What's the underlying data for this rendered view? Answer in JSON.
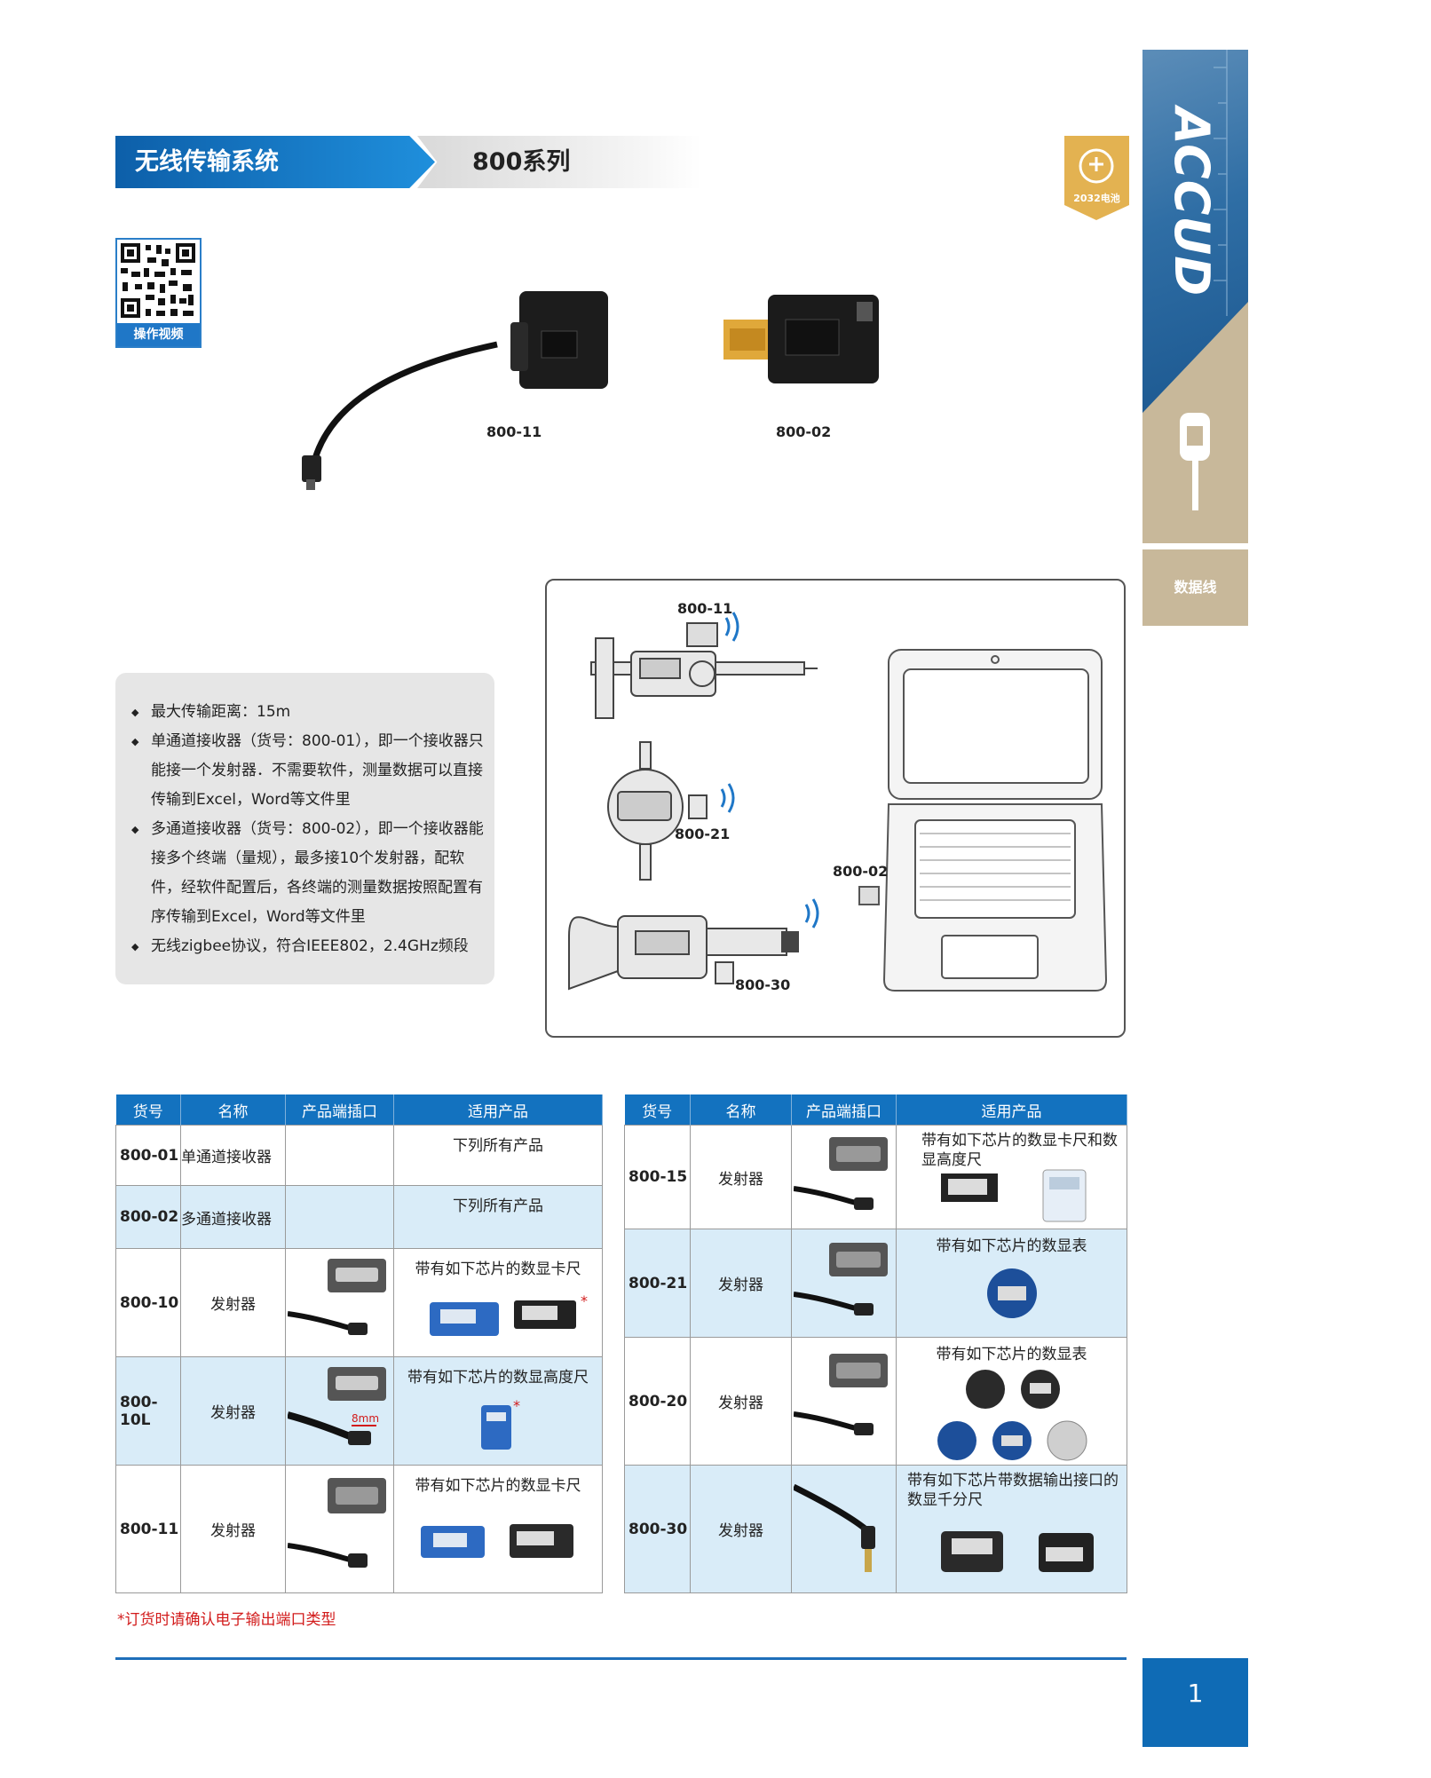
{
  "header": {
    "category": "无线传输系统",
    "series": "800系列"
  },
  "brand": {
    "logo_text": "ACCUD",
    "side_label": "数据线",
    "page_number": "1",
    "badge_text": "2032电池"
  },
  "qr": {
    "label": "操作视频"
  },
  "products": [
    {
      "code": "800-11"
    },
    {
      "code": "800-02"
    }
  ],
  "features": [
    "最大传输距离：15m",
    "单通道接收器（货号：800-01），即一个接收器只能接一个发射器．不需要软件，测量数据可以直接传输到Excel，Word等文件里",
    "多通道接收器（货号：800-02），即一个接收器能接多个终端（量规），最多接10个发射器，配软件，经软件配置后，各终端的测量数据按照配置有序传输到Excel，Word等文件里",
    "无线zigbee协议，符合IEEE802，2.4GHz频段"
  ],
  "diagram": {
    "labels": [
      "800-11",
      "800-21",
      "800-02",
      "800-30"
    ]
  },
  "table_headers": [
    "货号",
    "名称",
    "产品端插口",
    "适用产品"
  ],
  "table_left": [
    {
      "code": "800-01",
      "name": "单通道接收器",
      "applies": "下列所有产品"
    },
    {
      "code": "800-02",
      "name": "多通道接收器",
      "applies": "下列所有产品"
    },
    {
      "code": "800-10",
      "name": "发射器",
      "applies": "带有如下芯片的数显卡尺"
    },
    {
      "code": "800-10L",
      "name": "发射器",
      "applies": "带有如下芯片的数显高度尺",
      "dim": "8mm"
    },
    {
      "code": "800-11",
      "name": "发射器",
      "applies": "带有如下芯片的数显卡尺"
    }
  ],
  "table_right": [
    {
      "code": "800-15",
      "name": "发射器",
      "applies": "带有如下芯片的数显卡尺和数显高度尺"
    },
    {
      "code": "800-21",
      "name": "发射器",
      "applies": "带有如下芯片的数显表"
    },
    {
      "code": "800-20",
      "name": "发射器",
      "applies": "带有如下芯片的数显表"
    },
    {
      "code": "800-30",
      "name": "发射器",
      "applies": "带有如下芯片带数据输出接口的数显千分尺"
    }
  ],
  "footnote": "*订货时请确认电子输出端口类型",
  "colors": {
    "primary": "#1372bf",
    "tan": "#c8b89a",
    "alt_row": "#d9ecf8",
    "note": "#d21b1b"
  }
}
